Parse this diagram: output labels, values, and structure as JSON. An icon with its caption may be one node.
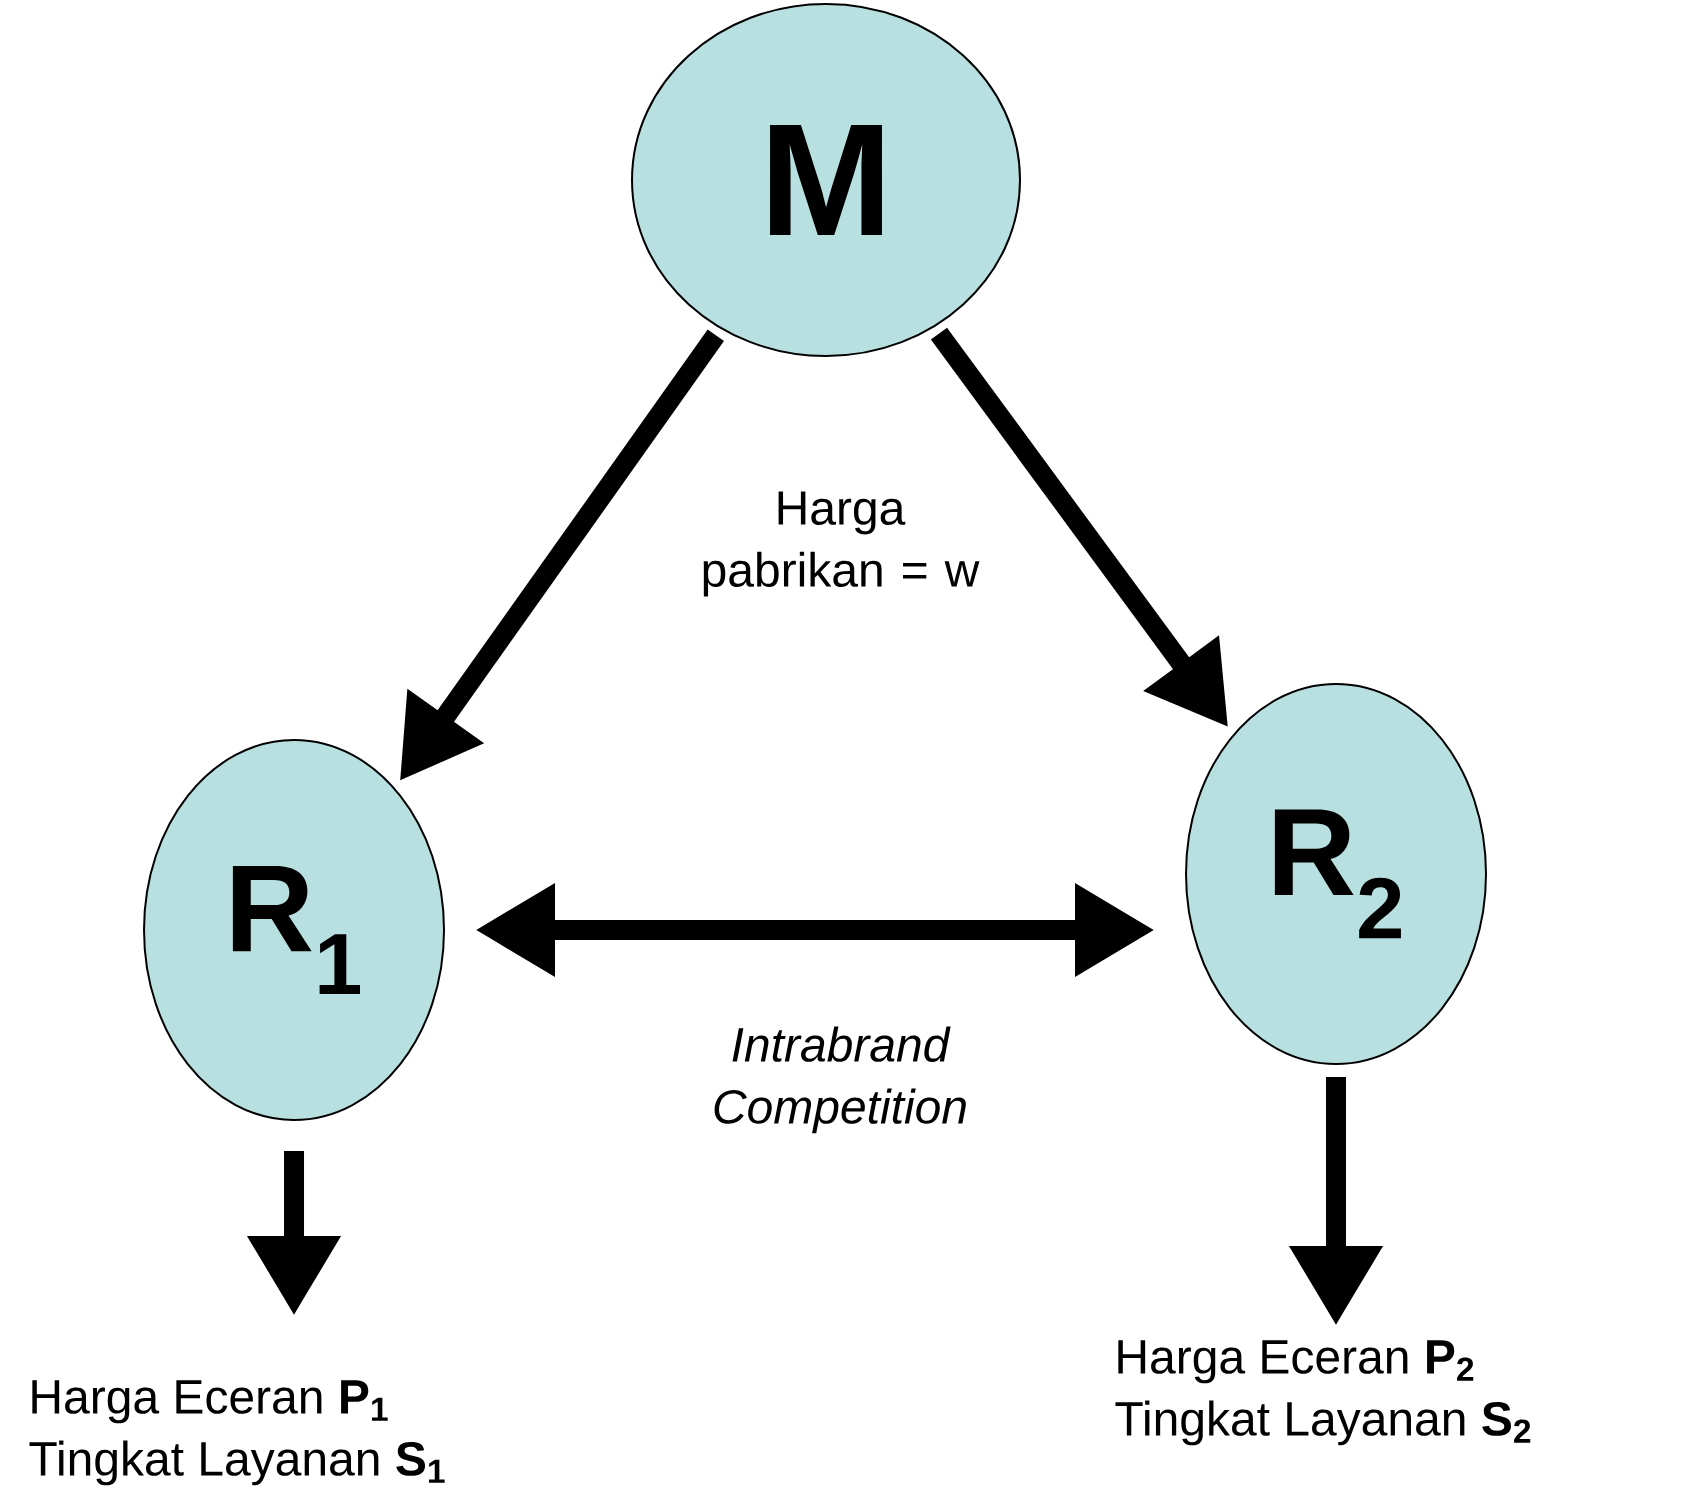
{
  "diagram": {
    "nodes": [
      {
        "text": [
          "M"
        ]
      },
      {
        "text": [
          "R$_{1}$"
        ]
      },
      {
        "text": [
          "R$_{2}$"
        ]
      },
      {
        "text": [
          "Harga Eceran **P$_{1}$**",
          "Tingkat Layanan **S$_{1}$**"
        ]
      },
      {
        "text": [
          "Harga Eceran **P$_{2}$**",
          "Tingkat Layanan **S$_{2}$**"
        ]
      }
    ],
    "edges": [
      {
        "from": 0,
        "to": 1,
        "arrow": "to"
      },
      {
        "from": 0,
        "to": 2,
        "arrow": "to"
      },
      {
        "from": 1,
        "to": 2,
        "arrow": "both",
        "label": "Intrabrand Competition"
      },
      {
        "from": 1,
        "to": 3,
        "arrow": "to"
      },
      {
        "from": 2,
        "to": 4,
        "arrow": "to"
      }
    ],
    "labels": [
      "Harga pabrikan = w"
    ]
  }
}
